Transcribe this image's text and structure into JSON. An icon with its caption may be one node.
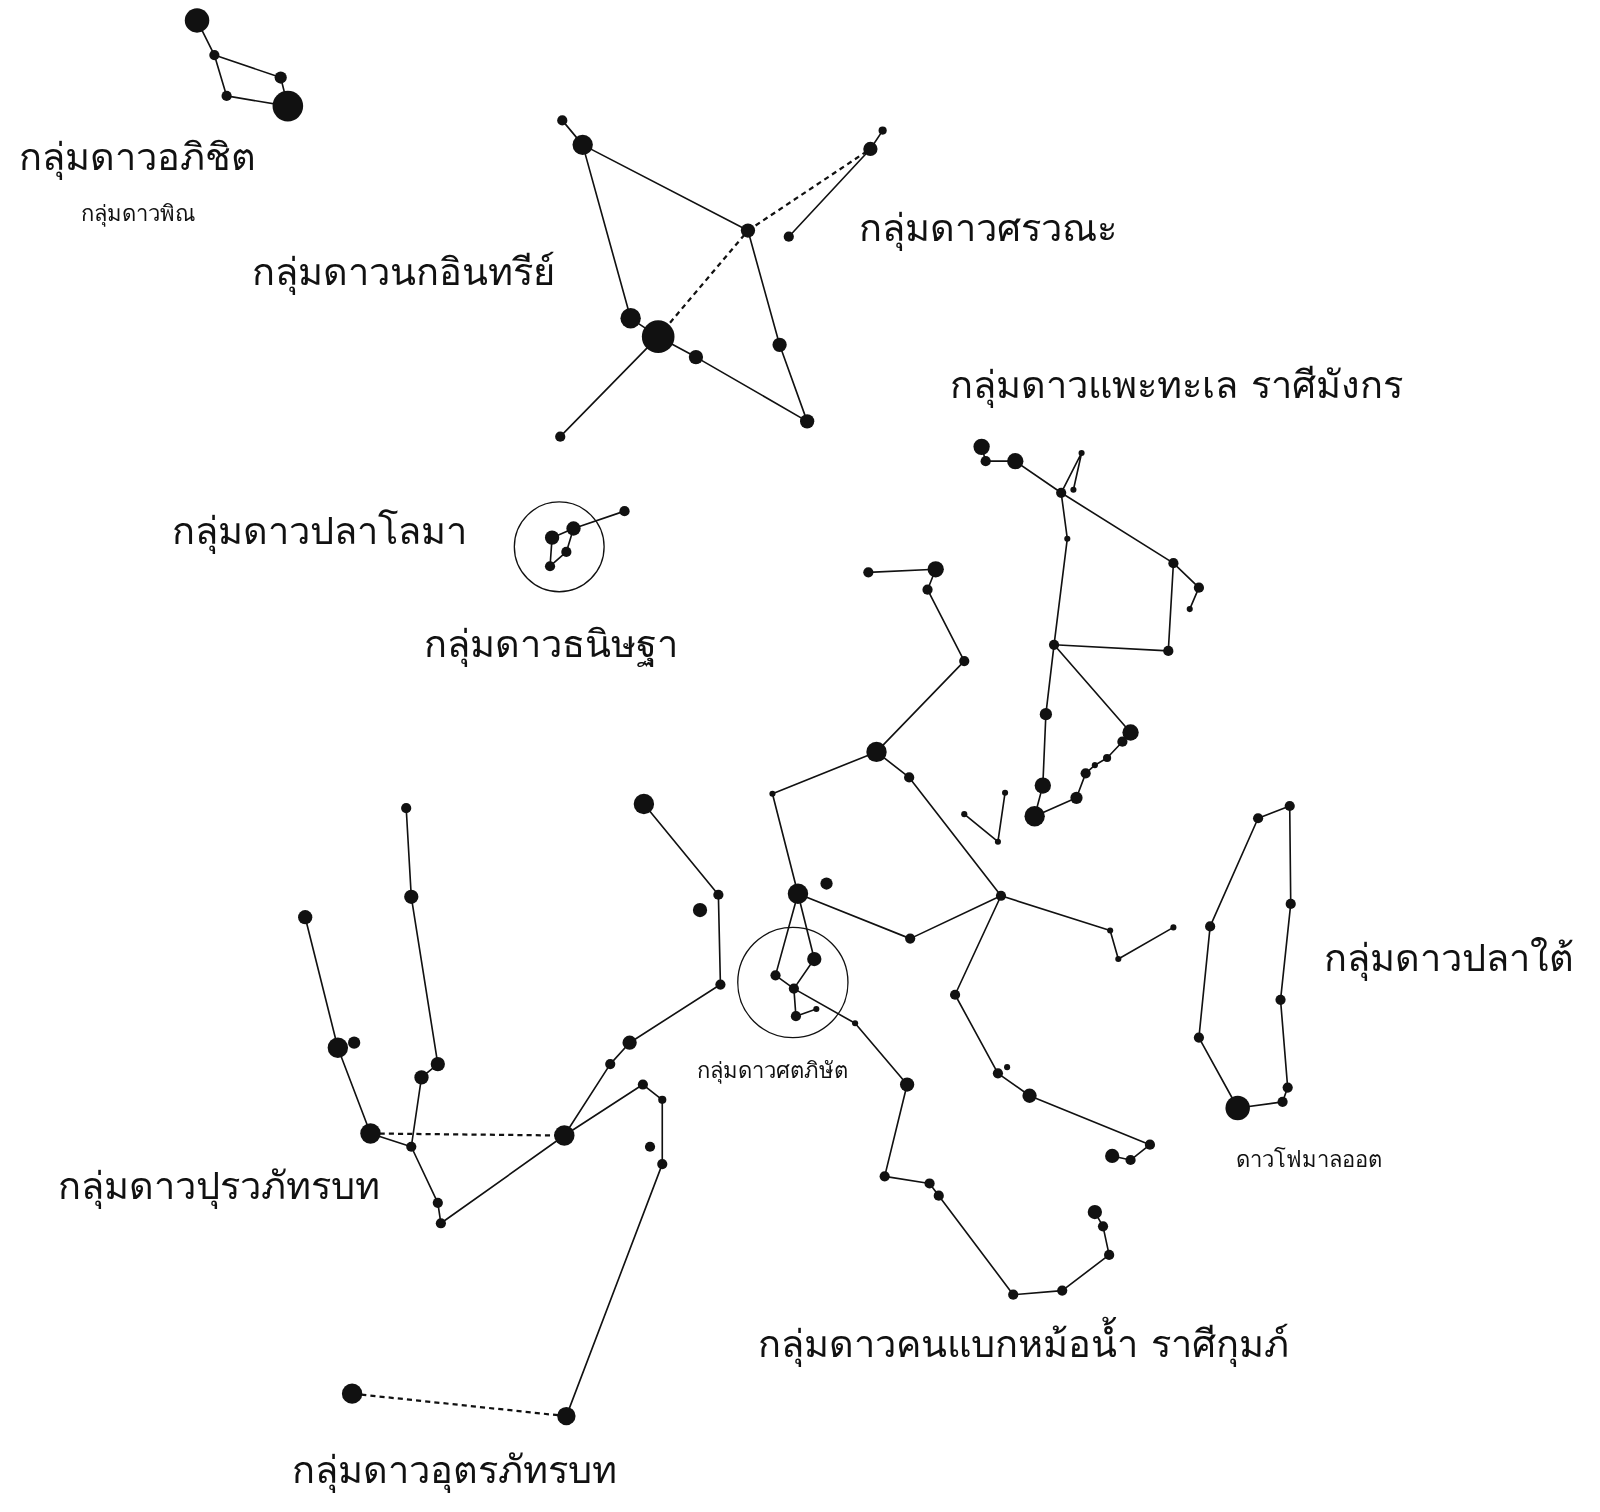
{
  "diagram": {
    "labels": [
      "กลุ่มดาวอภิชิต",
      "กลุ่มดาวพิณ",
      "กลุ่มดาวนกอินทรีย์",
      "กลุ่มดาวศรวณะ",
      "กลุ่มดาวแพะทะเล ราศีมังกร",
      "กลุ่มดาวปลาโลมา",
      "กลุ่มดาวธนิษฐา",
      "กลุ่มดาวปลาใต้",
      "กลุ่มดาวศตภิษัต",
      "ดาวโฟมาลออต",
      "กลุ่มดาวปุรวภัทรบท",
      "กลุ่มดาวคนแบกหม้อน้ำ ราศีกุมภ์",
      "กลุ่มดาวอุตรภัทรบท"
    ]
  }
}
